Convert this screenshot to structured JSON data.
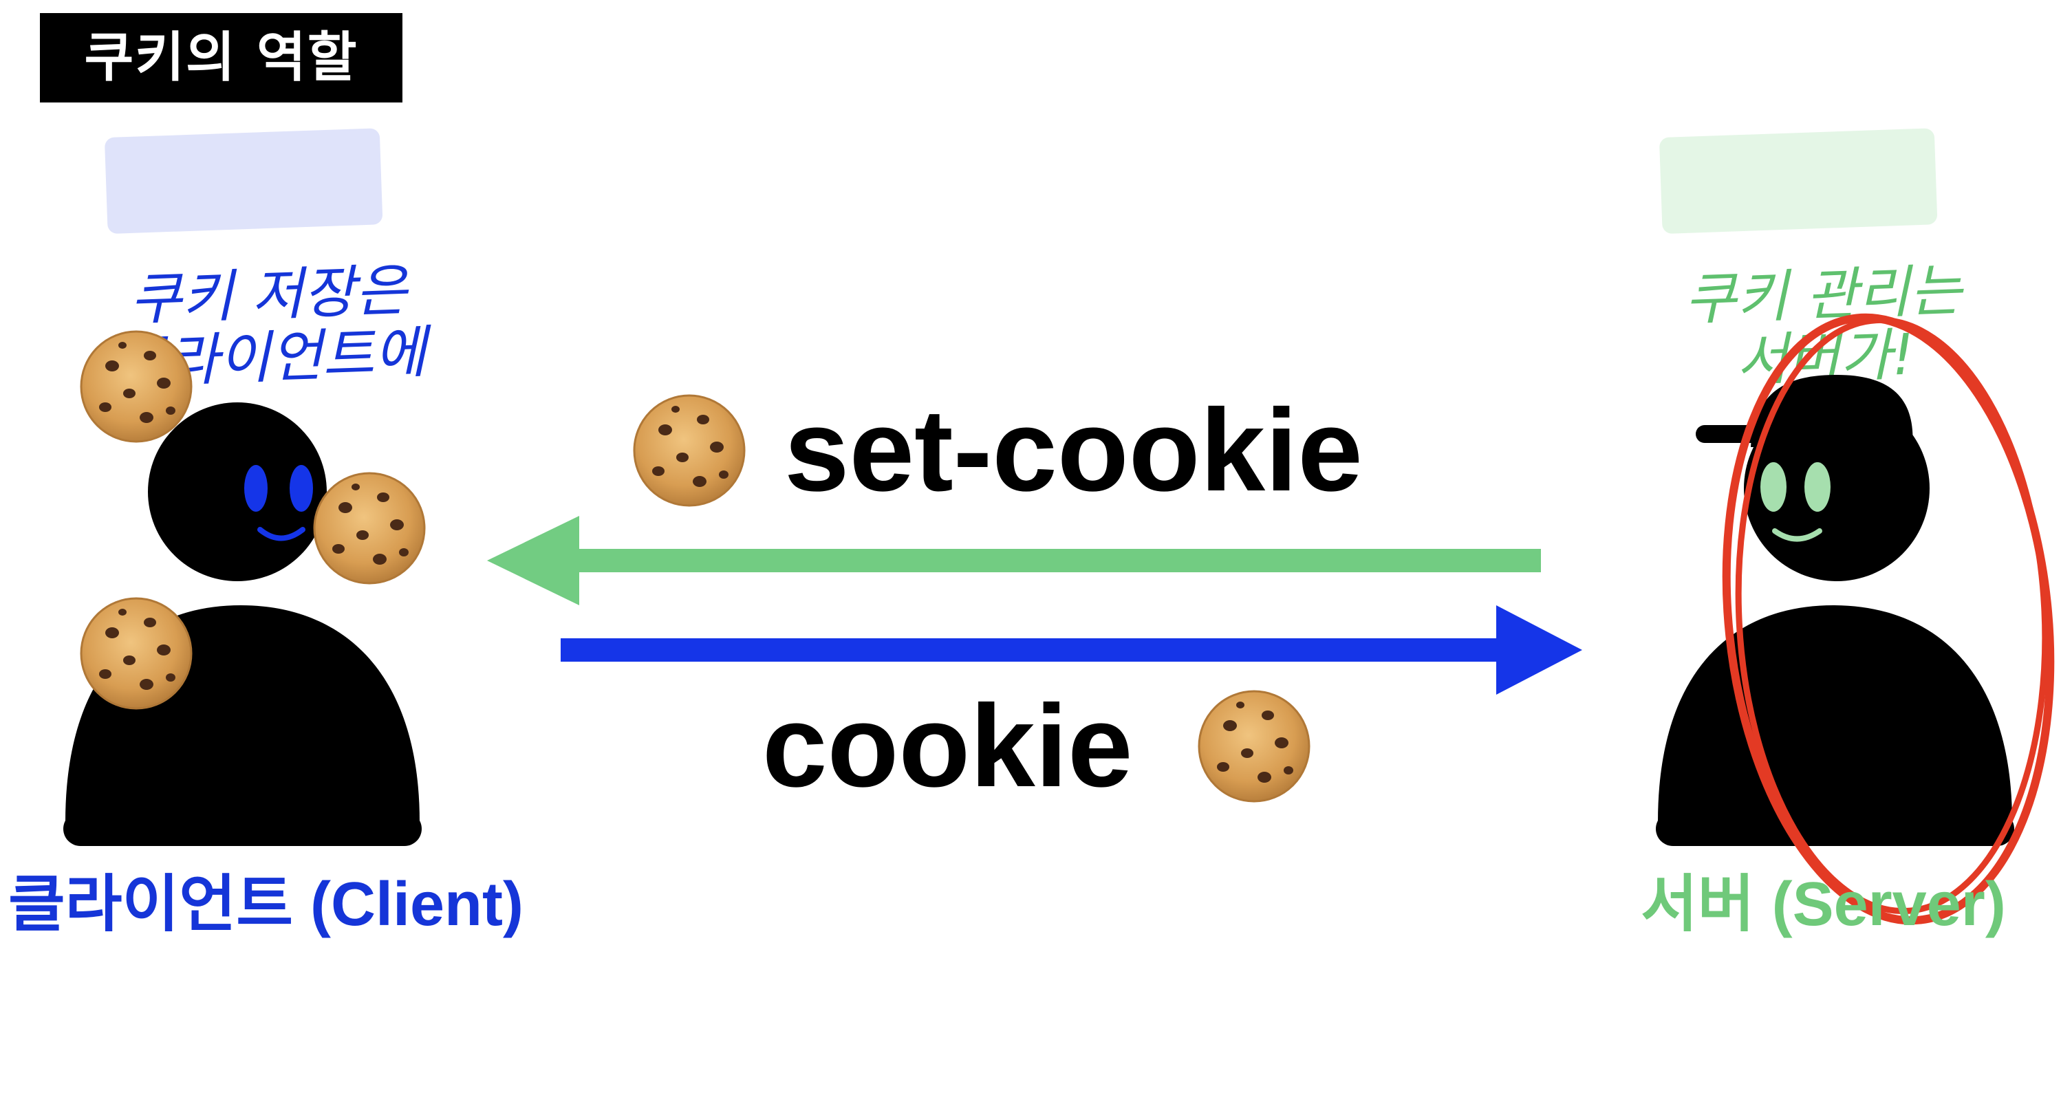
{
  "title": "쿠키의 역할",
  "notes": {
    "client_note": "쿠키 저장은\n클라이언트에",
    "server_note": "쿠키 관리는\n서버가!"
  },
  "arrows": {
    "set_cookie_label": "set-cookie",
    "cookie_label": "cookie"
  },
  "roles": {
    "client_label": "클라이언트 (Client)",
    "server_label": "서버 (Server)"
  },
  "colors": {
    "client_blue": "#1535d8",
    "server_green": "#6fc97a",
    "arrow_green": "#72cc82",
    "arrow_blue": "#1535e8",
    "highlight_circle_red": "#e33a24",
    "figure_black": "#000000",
    "cookie_tan": "#d9a25a"
  },
  "icons": [
    "cookie-icon",
    "person-client-icon",
    "person-server-icon",
    "left-arrow",
    "right-arrow",
    "red-circle-highlight"
  ]
}
